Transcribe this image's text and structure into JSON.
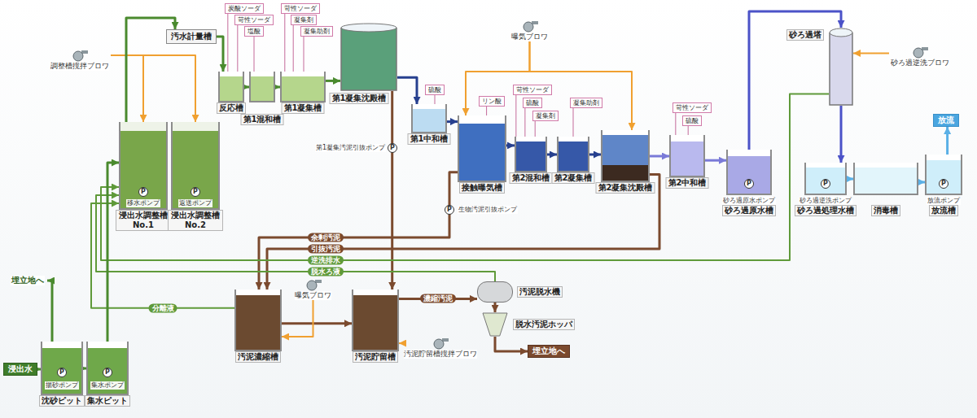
{
  "diagram": {
    "nodes": [
      {
        "text": [
          "調整槽撹拌ブロワ"
        ]
      },
      {
        "text": [
          "浸出水調整槽 No.1"
        ]
      },
      {
        "text": [
          "浸出水調整槽 No.2"
        ]
      },
      {
        "text": [
          "汚水計量槽"
        ]
      },
      {
        "text": [
          "炭酸ソーダ"
        ]
      },
      {
        "text": [
          "苛性ソーダ"
        ]
      },
      {
        "text": [
          "塩酸"
        ]
      },
      {
        "text": [
          "苛性ソーダ"
        ]
      },
      {
        "text": [
          "凝集剤"
        ]
      },
      {
        "text": [
          "凝集助剤"
        ]
      },
      {
        "text": [
          "反応槽"
        ]
      },
      {
        "text": [
          "第1混和槽"
        ]
      },
      {
        "text": [
          "第1凝集槽"
        ]
      },
      {
        "text": [
          "第1凝集沈殿槽"
        ]
      },
      {
        "text": [
          "硫酸"
        ]
      },
      {
        "text": [
          "第1中和槽"
        ]
      },
      {
        "text": [
          "曝気ブロワ"
        ]
      },
      {
        "text": [
          "リン酸"
        ]
      },
      {
        "text": [
          "接触曝気槽"
        ]
      },
      {
        "text": [
          "苛性ソーダ"
        ]
      },
      {
        "text": [
          "硫酸"
        ]
      },
      {
        "text": [
          "凝集剤"
        ]
      },
      {
        "text": [
          "凝集助剤"
        ]
      },
      {
        "text": [
          "第2混和槽"
        ]
      },
      {
        "text": [
          "第2凝集槽"
        ]
      },
      {
        "text": [
          "第2凝集沈殿槽"
        ]
      },
      {
        "text": [
          "苛性ソーダ"
        ]
      },
      {
        "text": [
          "硫酸"
        ]
      },
      {
        "text": [
          "第2中和槽"
        ]
      },
      {
        "text": [
          "砂ろ過原水槽"
        ]
      },
      {
        "text": [
          "砂ろ過塔"
        ]
      },
      {
        "text": [
          "砂ろ過逆洗ブロワ"
        ]
      },
      {
        "text": [
          "砂ろ過処理水槽"
        ]
      },
      {
        "text": [
          "消毒槽"
        ]
      },
      {
        "text": [
          "放流槽"
        ]
      },
      {
        "text": [
          "放流"
        ]
      },
      {
        "text": [
          "汚泥濃縮槽"
        ]
      },
      {
        "text": [
          "曝気ブロワ"
        ]
      },
      {
        "text": [
          "汚泥貯留槽"
        ]
      },
      {
        "text": [
          "汚泥貯留槽撹拌ブロワ"
        ]
      },
      {
        "text": [
          "汚泥脱水機"
        ]
      },
      {
        "text": [
          "脱水汚泥ホッパ"
        ]
      },
      {
        "text": [
          "埋立地へ"
        ]
      },
      {
        "text": [
          "浸出水"
        ]
      },
      {
        "text": [
          "沈砂ピット"
        ]
      },
      {
        "text": [
          "集水ピット"
        ]
      }
    ],
    "edges": [
      {
        "from": 0,
        "to": 1,
        "arrow": "to"
      },
      {
        "from": 0,
        "to": 2,
        "arrow": "to"
      },
      {
        "from": 1,
        "to": 3,
        "arrow": "to"
      },
      {
        "from": 3,
        "to": 10,
        "arrow": "to"
      },
      {
        "from": 4,
        "to": 10,
        "arrow": "none"
      },
      {
        "from": 5,
        "to": 10,
        "arrow": "none"
      },
      {
        "from": 6,
        "to": 11,
        "arrow": "none"
      },
      {
        "from": 7,
        "to": 12,
        "arrow": "none"
      },
      {
        "from": 8,
        "to": 12,
        "arrow": "none"
      },
      {
        "from": 9,
        "to": 12,
        "arrow": "none"
      },
      {
        "from": 10,
        "to": 11,
        "arrow": "to"
      },
      {
        "from": 11,
        "to": 12,
        "arrow": "to"
      },
      {
        "from": 12,
        "to": 13,
        "arrow": "to"
      },
      {
        "from": 13,
        "to": 15,
        "arrow": "to"
      },
      {
        "from": 14,
        "to": 15,
        "arrow": "none"
      },
      {
        "from": 15,
        "to": 18,
        "arrow": "to"
      },
      {
        "from": 16,
        "to": 18,
        "arrow": "to"
      },
      {
        "from": 16,
        "to": 25,
        "arrow": "to"
      },
      {
        "from": 17,
        "to": 18,
        "arrow": "none"
      },
      {
        "from": 18,
        "to": 23,
        "arrow": "to"
      },
      {
        "from": 19,
        "to": 23,
        "arrow": "none"
      },
      {
        "from": 20,
        "to": 23,
        "arrow": "none"
      },
      {
        "from": 21,
        "to": 23,
        "arrow": "none"
      },
      {
        "from": 22,
        "to": 24,
        "arrow": "none"
      },
      {
        "from": 23,
        "to": 24,
        "arrow": "to"
      },
      {
        "from": 24,
        "to": 25,
        "arrow": "to"
      },
      {
        "from": 25,
        "to": 28,
        "arrow": "to"
      },
      {
        "from": 26,
        "to": 28,
        "arrow": "none"
      },
      {
        "from": 27,
        "to": 28,
        "arrow": "none"
      },
      {
        "from": 28,
        "to": 29,
        "arrow": "to"
      },
      {
        "from": 29,
        "to": 30,
        "arrow": "to"
      },
      {
        "from": 31,
        "to": 30,
        "arrow": "to"
      },
      {
        "from": 30,
        "to": 32,
        "arrow": "to"
      },
      {
        "from": 32,
        "to": 33,
        "arrow": "to"
      },
      {
        "from": 33,
        "to": 34,
        "arrow": "to"
      },
      {
        "from": 34,
        "to": 35,
        "arrow": "to"
      },
      {
        "from": 13,
        "to": 38,
        "arrow": "to"
      },
      {
        "from": 18,
        "to": 36,
        "arrow": "to",
        "label": "余剰汚泥"
      },
      {
        "from": 25,
        "to": 36,
        "arrow": "to",
        "label": "引抜汚泥"
      },
      {
        "from": 30,
        "to": 1,
        "arrow": "to",
        "label": "逆洗排水"
      },
      {
        "from": 40,
        "to": 1,
        "arrow": "to",
        "label": "脱水ろ液"
      },
      {
        "from": 36,
        "to": 1,
        "arrow": "to",
        "label": "分離液"
      },
      {
        "from": 36,
        "to": 38,
        "arrow": "to"
      },
      {
        "from": 37,
        "to": 36,
        "arrow": "to"
      },
      {
        "from": 39,
        "to": 38,
        "arrow": "to"
      },
      {
        "from": 38,
        "to": 40,
        "arrow": "to",
        "label": "濃縮汚泥"
      },
      {
        "from": 40,
        "to": 41,
        "arrow": "to"
      },
      {
        "from": 41,
        "to": 42,
        "arrow": "to"
      },
      {
        "from": 43,
        "to": 44,
        "arrow": "to"
      },
      {
        "from": 44,
        "to": 45,
        "arrow": "to"
      },
      {
        "from": 45,
        "to": 1,
        "arrow": "to"
      }
    ],
    "labels": [
      "移水ポンプ",
      "返送ポンプ",
      "P",
      "P",
      "第1凝集汚泥引抜ポンプ",
      "P",
      "生物汚泥引抜ポンプ",
      "P",
      "砂ろ過原水ポンプ",
      "P",
      "砂ろ過逆洗ポンプ",
      "P",
      "放流ポンプ",
      "P",
      "埋立地へ",
      "揚砂ポンプ",
      "P",
      "集水ポンプ",
      "P"
    ]
  }
}
